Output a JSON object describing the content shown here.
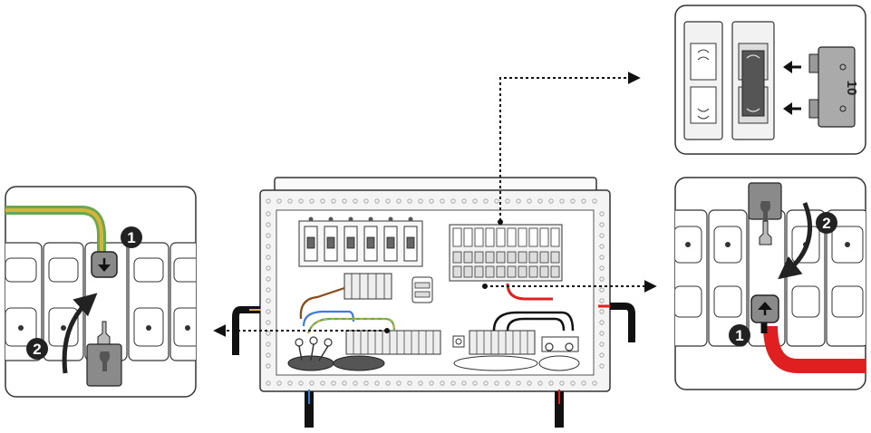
{
  "diagram": {
    "fuse_detail": {
      "rating_text": "10"
    },
    "left_detail": {
      "steps": [
        {
          "number": "1"
        },
        {
          "number": "2"
        }
      ]
    },
    "right_detail": {
      "steps": [
        {
          "number": "1"
        },
        {
          "number": "2"
        }
      ]
    },
    "colors": {
      "outline": "#333333",
      "panel_fill": "#f0f0f0",
      "cable_earth": "#6aa84f",
      "cable_earth_stripe": "#d9b23a",
      "cable_positive": "#e02020",
      "cable_negative": "#111111",
      "cable_brown": "#8b4a1a",
      "cable_blue": "#3d7dd8",
      "lever_gray": "#8a8a8a",
      "step_badge": "#222222"
    },
    "icons": [
      "arrow-left-icon",
      "arrow-right-icon",
      "arrow-up-icon",
      "curved-arrow-icon",
      "step-badge-icon"
    ]
  }
}
